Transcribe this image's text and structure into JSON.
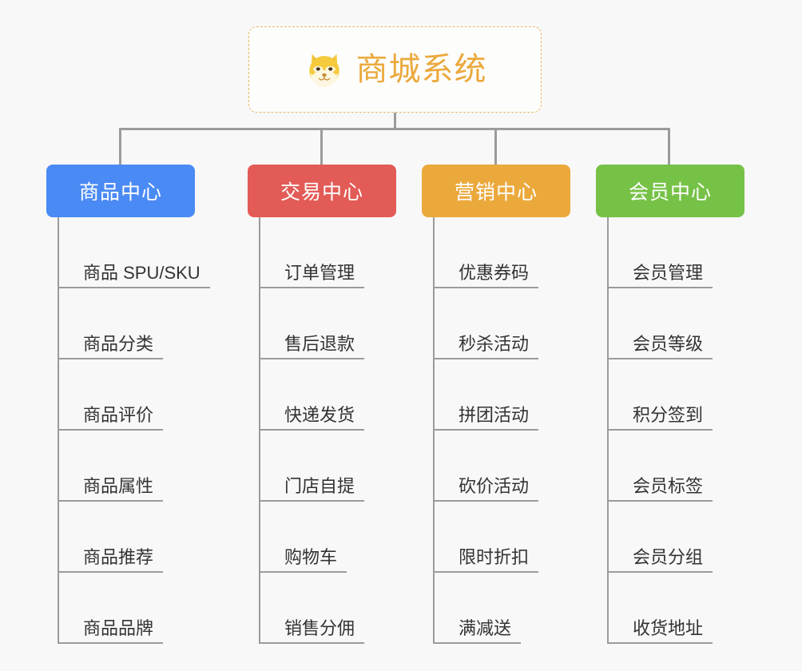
{
  "page": {
    "background_color": "#f8f8f8",
    "connector_color": "#9b9b9b",
    "leaf_text_color": "#333333"
  },
  "root": {
    "title": "商城系统",
    "icon": "shiba-dog-face-emoji",
    "text_color": "#eba93c",
    "border_color": "#e9b765",
    "background_color": "#fdfdfc"
  },
  "columns": [
    {
      "id": "product-center",
      "label": "商品中心",
      "color": "#4a8af4",
      "items": [
        "商品 SPU/SKU",
        "商品分类",
        "商品评价",
        "商品属性",
        "商品推荐",
        "商品品牌"
      ]
    },
    {
      "id": "trade-center",
      "label": "交易中心",
      "color": "#e35b56",
      "items": [
        "订单管理",
        "售后退款",
        "快递发货",
        "门店自提",
        "购物车",
        "销售分佣"
      ]
    },
    {
      "id": "marketing-center",
      "label": "营销中心",
      "color": "#eba93c",
      "items": [
        "优惠券码",
        "秒杀活动",
        "拼团活动",
        "砍价活动",
        "限时折扣",
        "满减送"
      ]
    },
    {
      "id": "member-center",
      "label": "会员中心",
      "color": "#76c247",
      "items": [
        "会员管理",
        "会员等级",
        "积分签到",
        "会员标签",
        "会员分组",
        "收货地址"
      ]
    }
  ]
}
